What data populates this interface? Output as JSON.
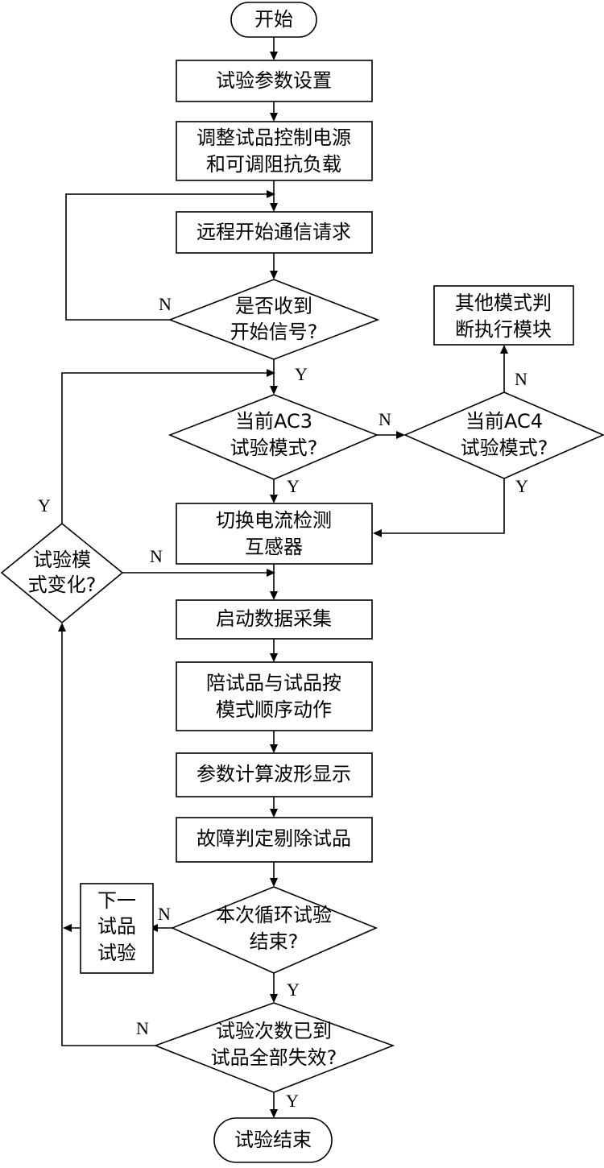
{
  "flowchart": {
    "start": "开始",
    "set_params": "试验参数设置",
    "adjust_power": [
      "调整试品控制电源",
      "和可调阻抗负载"
    ],
    "remote_request": "远程开始通信请求",
    "received_start": [
      "是否收到",
      "开始信号?"
    ],
    "other_mode": [
      "其他模式判",
      "断执行模块"
    ],
    "ac3_mode": [
      "当前AC3",
      "试验模式?"
    ],
    "ac4_mode": [
      "当前AC4",
      "试验模式?"
    ],
    "switch_ct": [
      "切换电流检测",
      "互感器"
    ],
    "mode_change": [
      "试验模",
      "式变化?"
    ],
    "start_acq": "启动数据采集",
    "accompany_action": [
      "陪试品与试品按",
      "模式顺序动作"
    ],
    "calc_display": "参数计算波形显示",
    "fault_remove": "故障判定剔除试品",
    "next_sample": [
      "下一",
      "试品",
      "试验"
    ],
    "cycle_end": [
      "本次循环试验",
      "结束?"
    ],
    "count_reached": [
      "试验次数已到",
      "试品全部失效?"
    ],
    "test_end": "试验结束",
    "labels": {
      "yes": "Y",
      "no": "N"
    }
  }
}
